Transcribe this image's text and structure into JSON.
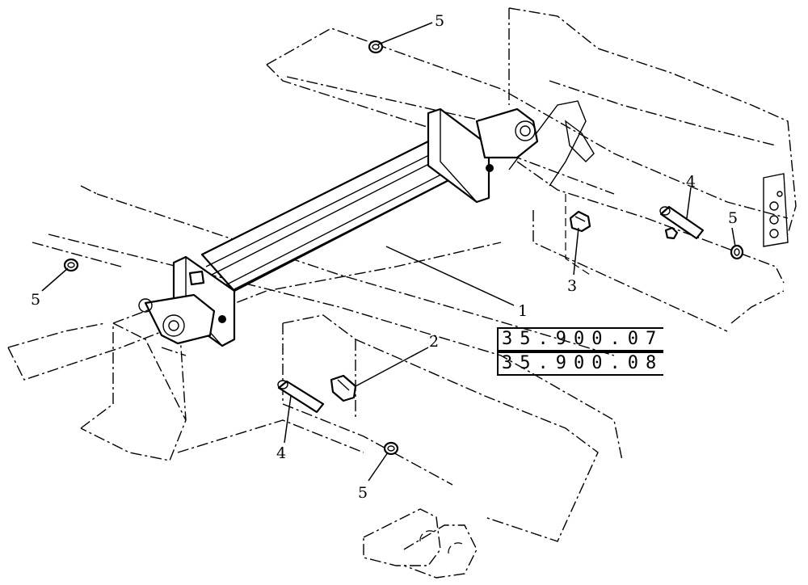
{
  "callouts": {
    "c1": "1",
    "c2": "2",
    "c3": "3",
    "c4a": "4",
    "c4b": "4",
    "c5a": "5",
    "c5b": "5",
    "c5c": "5",
    "c5d": "5"
  },
  "references": [
    "35.900.07",
    "35.900.08"
  ]
}
